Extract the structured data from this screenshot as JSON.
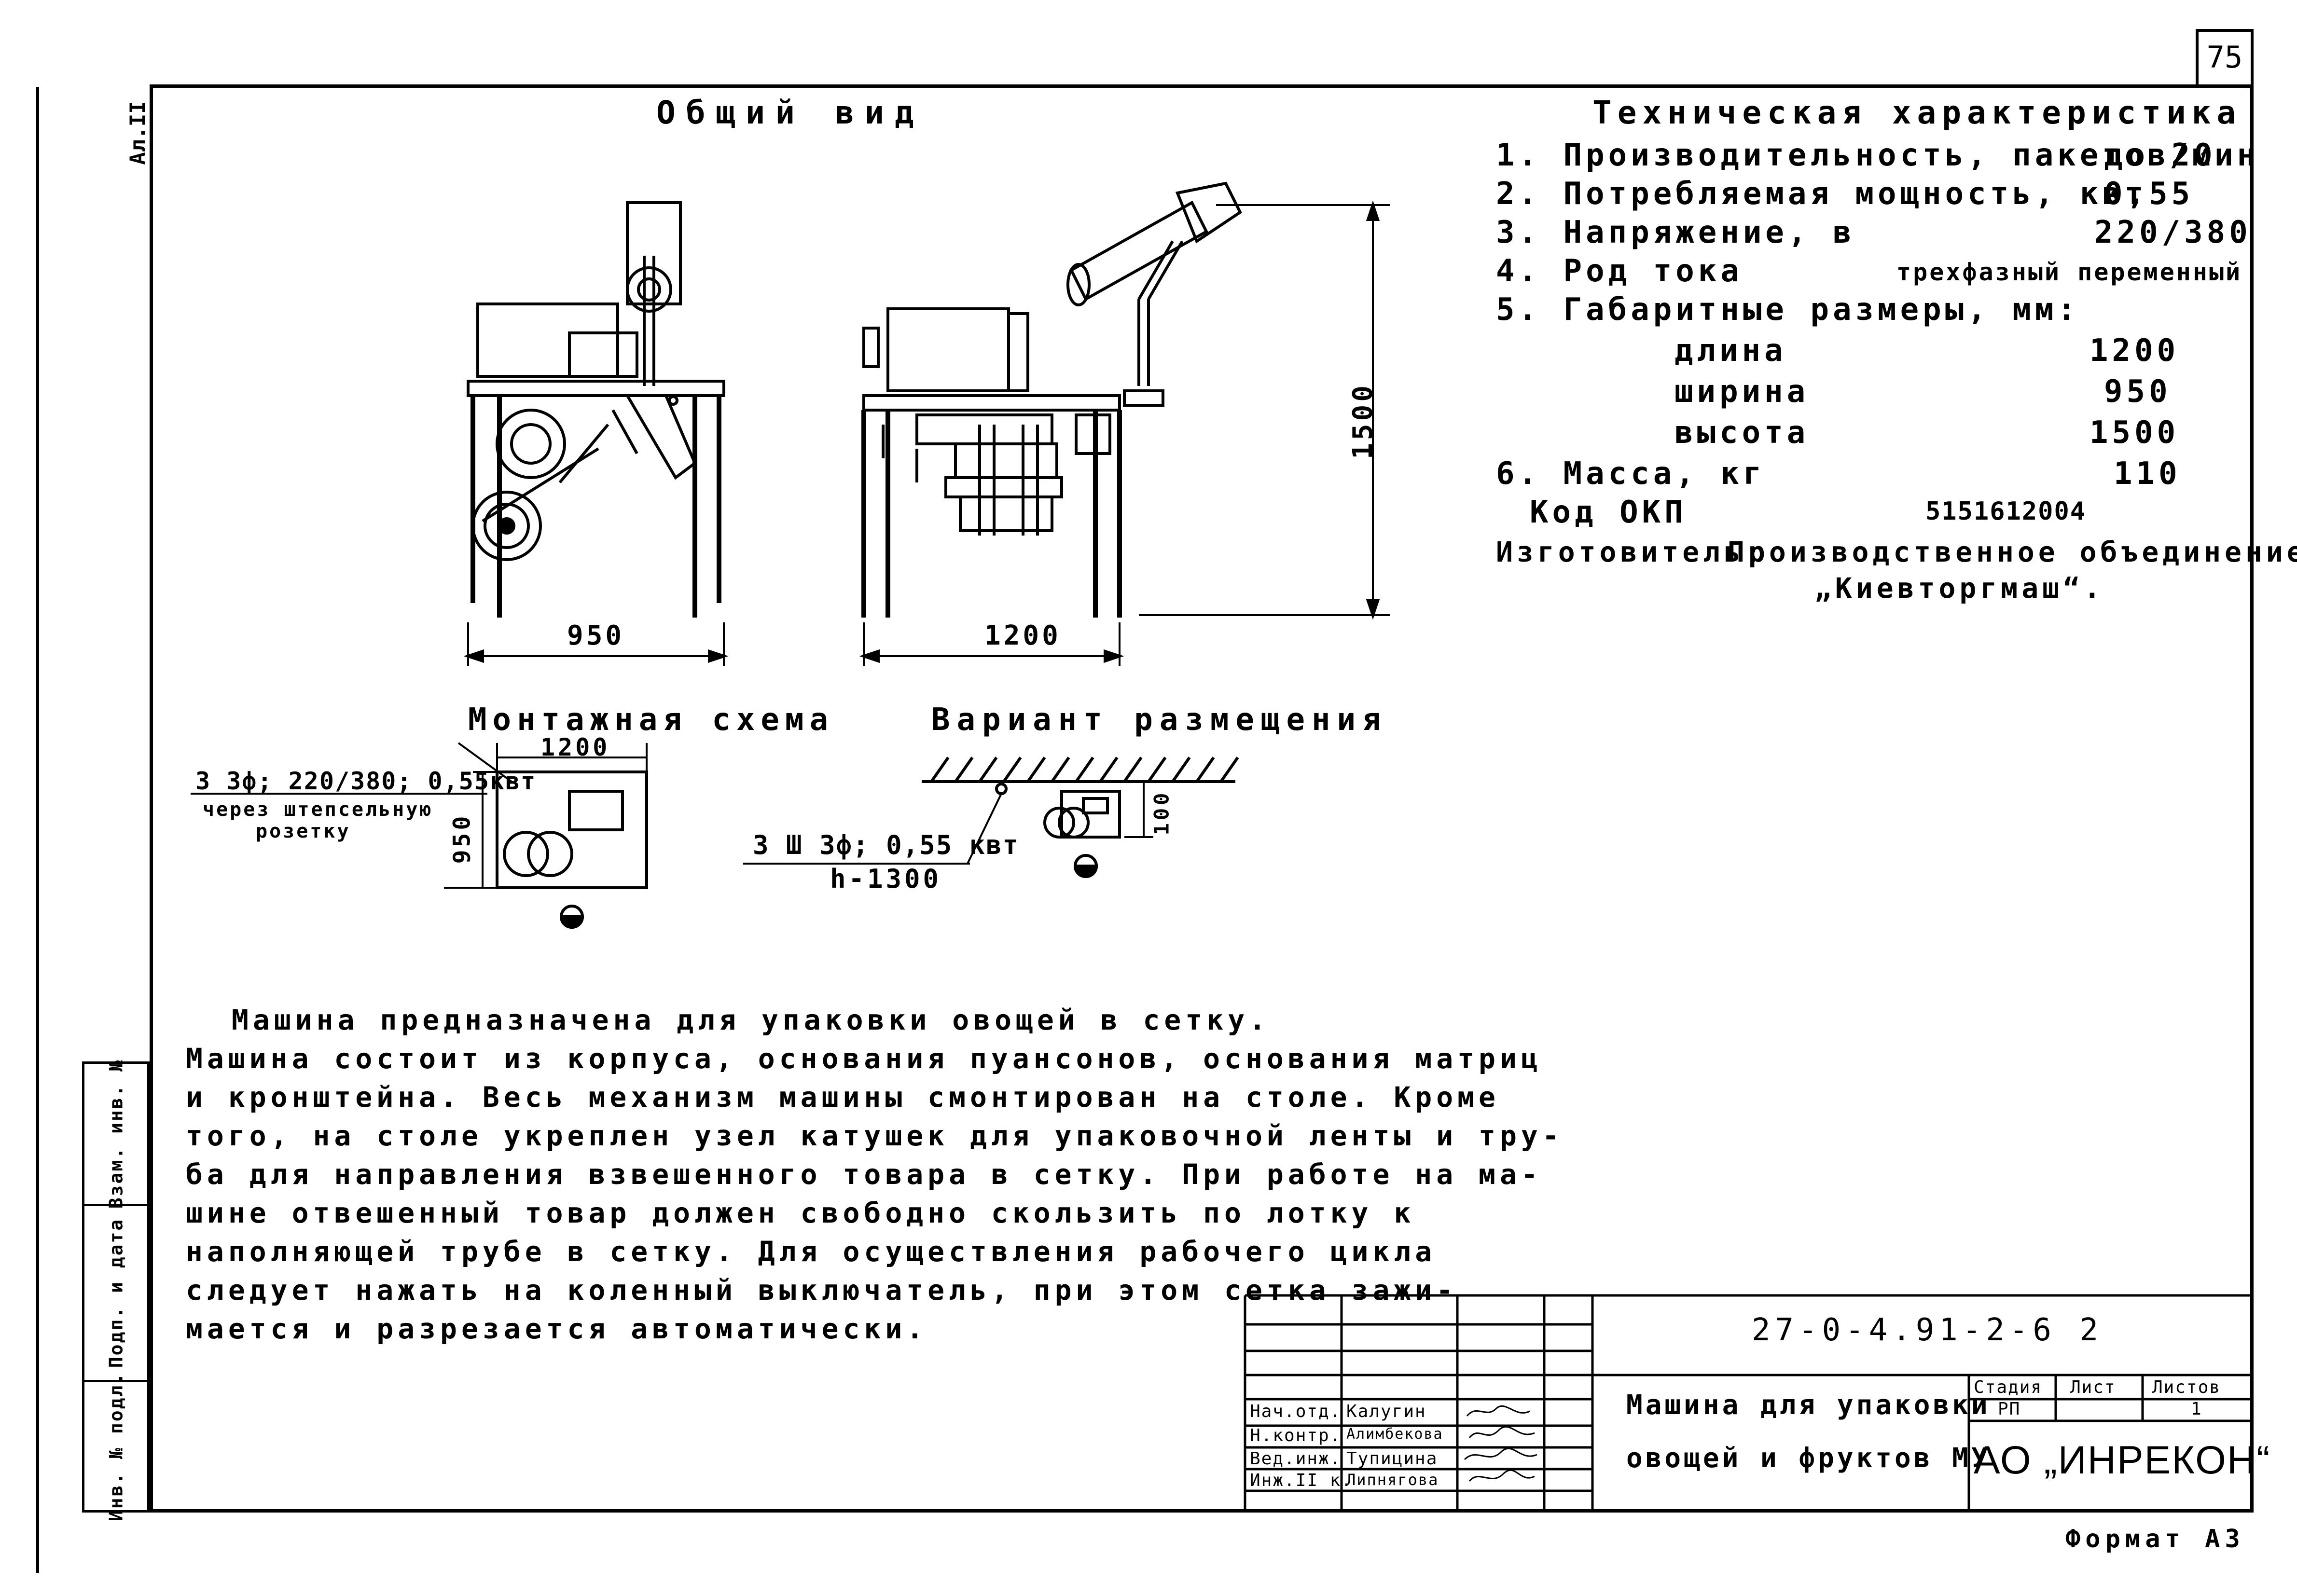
{
  "sheet_number": "75",
  "side_top_label": "Ал.II",
  "side_stamp": [
    "Инв. № подл.",
    "Подп. и дата",
    "Взам. инв. №"
  ],
  "general_view": {
    "title": "Общий вид",
    "dim_width_left": "950",
    "dim_width_right": "1200",
    "dim_height": "1500"
  },
  "tech_spec": {
    "title": "Техническая характеристика",
    "rows": [
      {
        "label": "1. Производительность, пакетов/мин",
        "value": "до 20"
      },
      {
        "label": "2. Потребляемая мощность, квт",
        "value": "0,55"
      },
      {
        "label": "3. Напряжение, в",
        "value": "220/380"
      },
      {
        "label": "4. Род тока",
        "value": "трехфазный переменный"
      },
      {
        "label": "5. Габаритные размеры, мм:",
        "value": ""
      },
      {
        "label": "длина",
        "value": "1200"
      },
      {
        "label": "ширина",
        "value": "950"
      },
      {
        "label": "высота",
        "value": "1500"
      },
      {
        "label": "6. Масса, кг",
        "value": "110"
      },
      {
        "label": "Код ОКП",
        "value": "5151612004"
      }
    ],
    "manufacturer_label": "Изготовитель:",
    "manufacturer": "Производственное объединение",
    "manufacturer_name": "„Киевторгмаш“."
  },
  "mounting": {
    "title": "Монтажная схема",
    "dim_width": "1200",
    "dim_height": "950",
    "power_note": "3 3ф; 220/380; 0,55квт",
    "socket_note_1": "через штепсельную",
    "socket_note_2": "розетку"
  },
  "placement": {
    "title": "Вариант размещения",
    "power_note": "3 Ш 3ф; 0,55 квт",
    "height_note": "h-1300",
    "dim": "100"
  },
  "description": [
    "Машина предназначена для упаковки овощей в сетку.",
    "Машина состоит из корпуса, основания пуансонов, основания матриц",
    "и кронштейна. Весь механизм машины смонтирован на столе. Кроме",
    "того, на столе укреплен узел катушек для упаковочной ленты и тру-",
    "ба для направления взвешенного товара в сетку. При работе на ма-",
    "шине отвешенный товар должен свободно скользить по лотку к",
    "наполняющей трубе в сетку. Для осуществления рабочего цикла",
    "следует нажать на коленный выключатель, при этом сетка зажи-",
    "мается и разрезается автоматически."
  ],
  "title_block": {
    "doc_code": "27-0-4.91-2-6 2",
    "name_line_1": "Машина для упаковки",
    "name_line_2": "овощей и фруктов МУ",
    "stage_header": "Стадия",
    "sheet_header": "Лист",
    "sheets_header": "Листов",
    "stage": "РП",
    "sheet": "",
    "sheets": "1",
    "org": "АО „ИНРЕКОН“",
    "signers": [
      {
        "role": "Нач.отд.",
        "name": "Калугин"
      },
      {
        "role": "Н.контр.",
        "name": "Алимбекова"
      },
      {
        "role": "Вед.инж.",
        "name": "Тупицина"
      },
      {
        "role": "Инж.II к.",
        "name": "Липнягова"
      }
    ]
  },
  "format": "Формат А3"
}
